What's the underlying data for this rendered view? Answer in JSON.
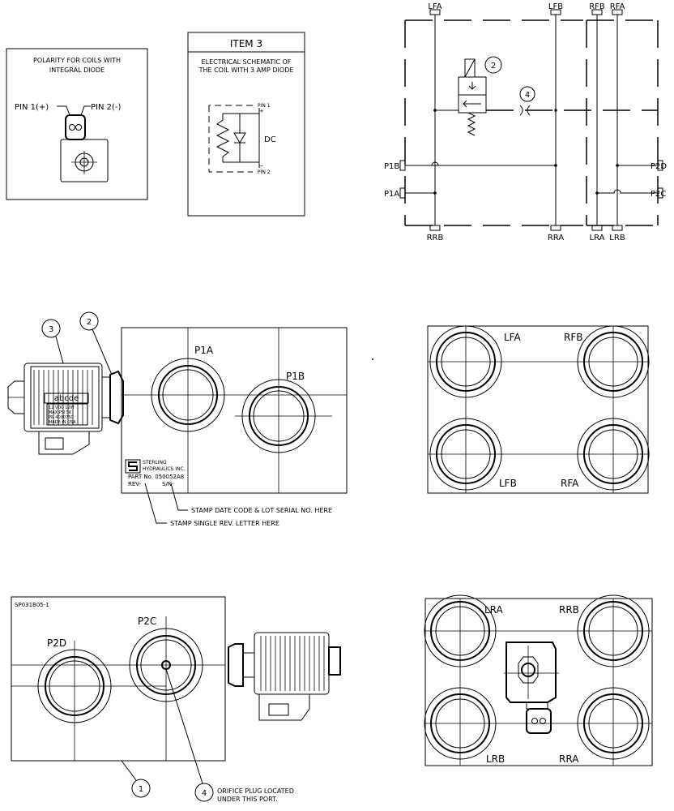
{
  "polarity_box": {
    "title_line1": "POLARITY FOR COILS WITH",
    "title_line2": "INTEGRAL DIODE",
    "pin1_label": "PIN 1(+)",
    "pin2_label": "PIN 2(-)"
  },
  "item3_box": {
    "title": "ITEM 3",
    "desc_line1": "ELECTRICAL SCHEMATIC OF",
    "desc_line2": "THE COIL WITH 3 AMP DIODE",
    "pin1": "PIN 1",
    "pin1_sign": "+",
    "pin2": "PIN 2",
    "pin2_sign": "−",
    "dc": "DC"
  },
  "hydraulic_schematic": {
    "top_ports": [
      "LFA",
      "LFB",
      "RFB",
      "RFA"
    ],
    "bottom_ports": [
      "RRB",
      "RRA",
      "LRA",
      "LRB"
    ],
    "left_ports": [
      "P1B",
      "P1A"
    ],
    "right_ports": [
      "P2D",
      "P2C"
    ],
    "balloon_valve": "2",
    "balloon_orifice": "4"
  },
  "front_view": {
    "port_p1a": "P1A",
    "port_p1b": "P1B",
    "balloon_coil": "3",
    "balloon_cartridge": "2",
    "coil_label": "abcde",
    "coil_plate_line1": "12 VDC  12W",
    "coil_plate_line2": "MAX PSI 5K",
    "coil_plate_line3": "PN 4000750",
    "coil_plate_line4": "MADE IN USA",
    "company_line1": "STERLING",
    "company_line2": "HYDRAULICS INC.",
    "part_no": "PART No. 050052A8",
    "rev": "REV-",
    "sn": "S/N-",
    "note_stamp_date": "STAMP DATE CODE & LOT SERIAL NO. HERE",
    "note_stamp_rev": "STAMP SINGLE REV. LETTER HERE"
  },
  "top_view": {
    "ports": [
      "LFA",
      "RFB",
      "LFB",
      "RFA"
    ]
  },
  "rear_view": {
    "drawing_number": "SP031B05-1",
    "port_p2d": "P2D",
    "port_p2c": "P2C",
    "balloon_block": "1",
    "balloon_orifice": "4",
    "note_line1": "ORIFICE PLUG LOCATED",
    "note_line2": "UNDER THIS PORT."
  },
  "bottom_view": {
    "ports": [
      "LRA",
      "RRB",
      "LRB",
      "RRA"
    ]
  }
}
